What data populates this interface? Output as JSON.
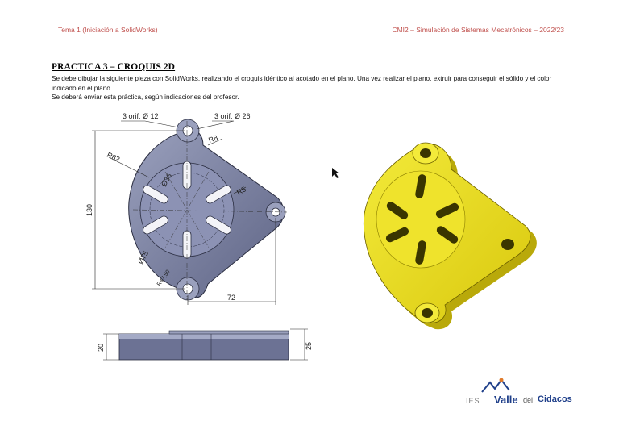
{
  "header": {
    "left": "Tema 1 (Iniciación a SolidWorks)",
    "right": "CMI2 – Simulación de Sistemas Mecatrónicos – 2022/23"
  },
  "title": "PRACTICA 3 – CROQUIS 2D",
  "paragraphs": [
    "Se debe dibujar la siguiente pieza con SolidWorks, realizando el croquis idéntico al acotado en el plano. Una vez realizar el plano, extruir para conseguir el sólido y el color indicado en el plano.",
    "Se deberá enviar esta práctica, según indicaciones del profesor."
  ],
  "drawing": {
    "dim_holes_small": "3 orif. Ø 12",
    "dim_holes_large": "3 orif. Ø 26",
    "dim_r82": "R82",
    "dim_r8": "R8",
    "dim_d36": "Ø36",
    "dim_r5": "R5",
    "dim_130": "130",
    "dim_d75": "Ø75",
    "dim_r47": "R47,50",
    "dim_72": "72",
    "dim_20": "20",
    "dim_25": "25"
  },
  "logo": {
    "ies": "IES",
    "valle": "Valle",
    "del": "del",
    "cidacos": "Cidacos"
  },
  "colors": {
    "header": "#c0504d",
    "part_2d": "#7c82a6",
    "part_3d": "#e8dc1a",
    "logo": "#1f3f8a"
  }
}
